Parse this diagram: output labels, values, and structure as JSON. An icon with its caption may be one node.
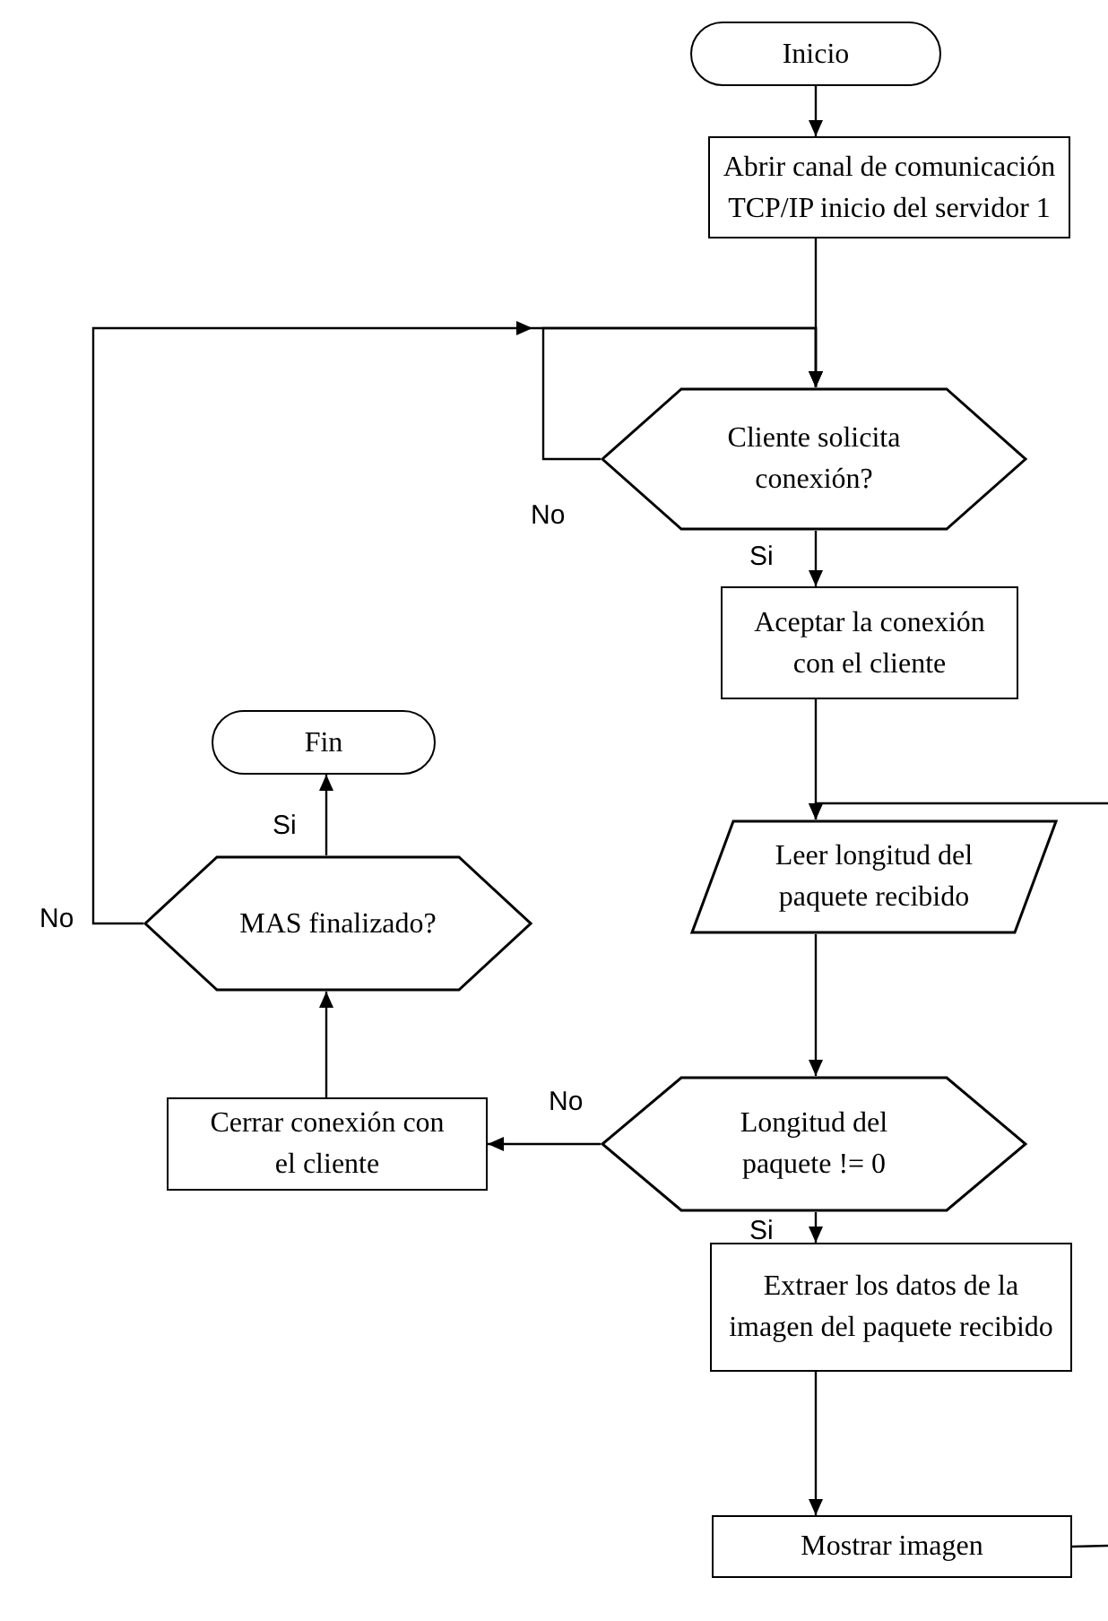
{
  "diagram": {
    "nodes": [
      {
        "text": [
          "Inicio"
        ]
      },
      {
        "text": [
          "Abrir canal de comunicación TCP/IP inicio del servidor 1"
        ]
      },
      {
        "text": [
          "Cliente solicita conexión?"
        ]
      },
      {
        "text": [
          "Aceptar la conexión con el cliente"
        ]
      },
      {
        "text": [
          "Leer longitud del paquete recibido"
        ]
      },
      {
        "text": [
          "Longitud del paquete != 0"
        ]
      },
      {
        "text": [
          "Extraer los datos de la imagen del paquete recibido"
        ]
      },
      {
        "text": [
          "Mostrar imagen"
        ]
      },
      {
        "text": [
          "Cerrar conexión con el cliente"
        ]
      },
      {
        "text": [
          "MAS finalizado?"
        ]
      },
      {
        "text": [
          "Fin"
        ]
      }
    ],
    "edges": [
      {
        "from": 0,
        "to": 1,
        "arrow": "to"
      },
      {
        "from": 1,
        "to": 2,
        "arrow": "to"
      },
      {
        "from": 2,
        "to": 2,
        "arrow": "to",
        "label": "No"
      },
      {
        "from": 9,
        "to": 2,
        "arrow": "to",
        "label": "No"
      },
      {
        "from": 2,
        "to": 3,
        "arrow": "to",
        "label": "Si"
      },
      {
        "from": 3,
        "to": 4,
        "arrow": "to"
      },
      {
        "from": null,
        "to": 4,
        "arrow": "to"
      },
      {
        "from": 4,
        "to": 5,
        "arrow": "to"
      },
      {
        "from": 5,
        "to": 6,
        "arrow": "to",
        "label": "Si"
      },
      {
        "from": 6,
        "to": 7,
        "arrow": "to"
      },
      {
        "from": 7,
        "to": null,
        "arrow": "none"
      },
      {
        "from": 5,
        "to": 8,
        "arrow": "to",
        "label": "No"
      },
      {
        "from": 8,
        "to": 9,
        "arrow": "to"
      },
      {
        "from": 9,
        "to": 10,
        "arrow": "to",
        "label": "Si"
      }
    ]
  }
}
